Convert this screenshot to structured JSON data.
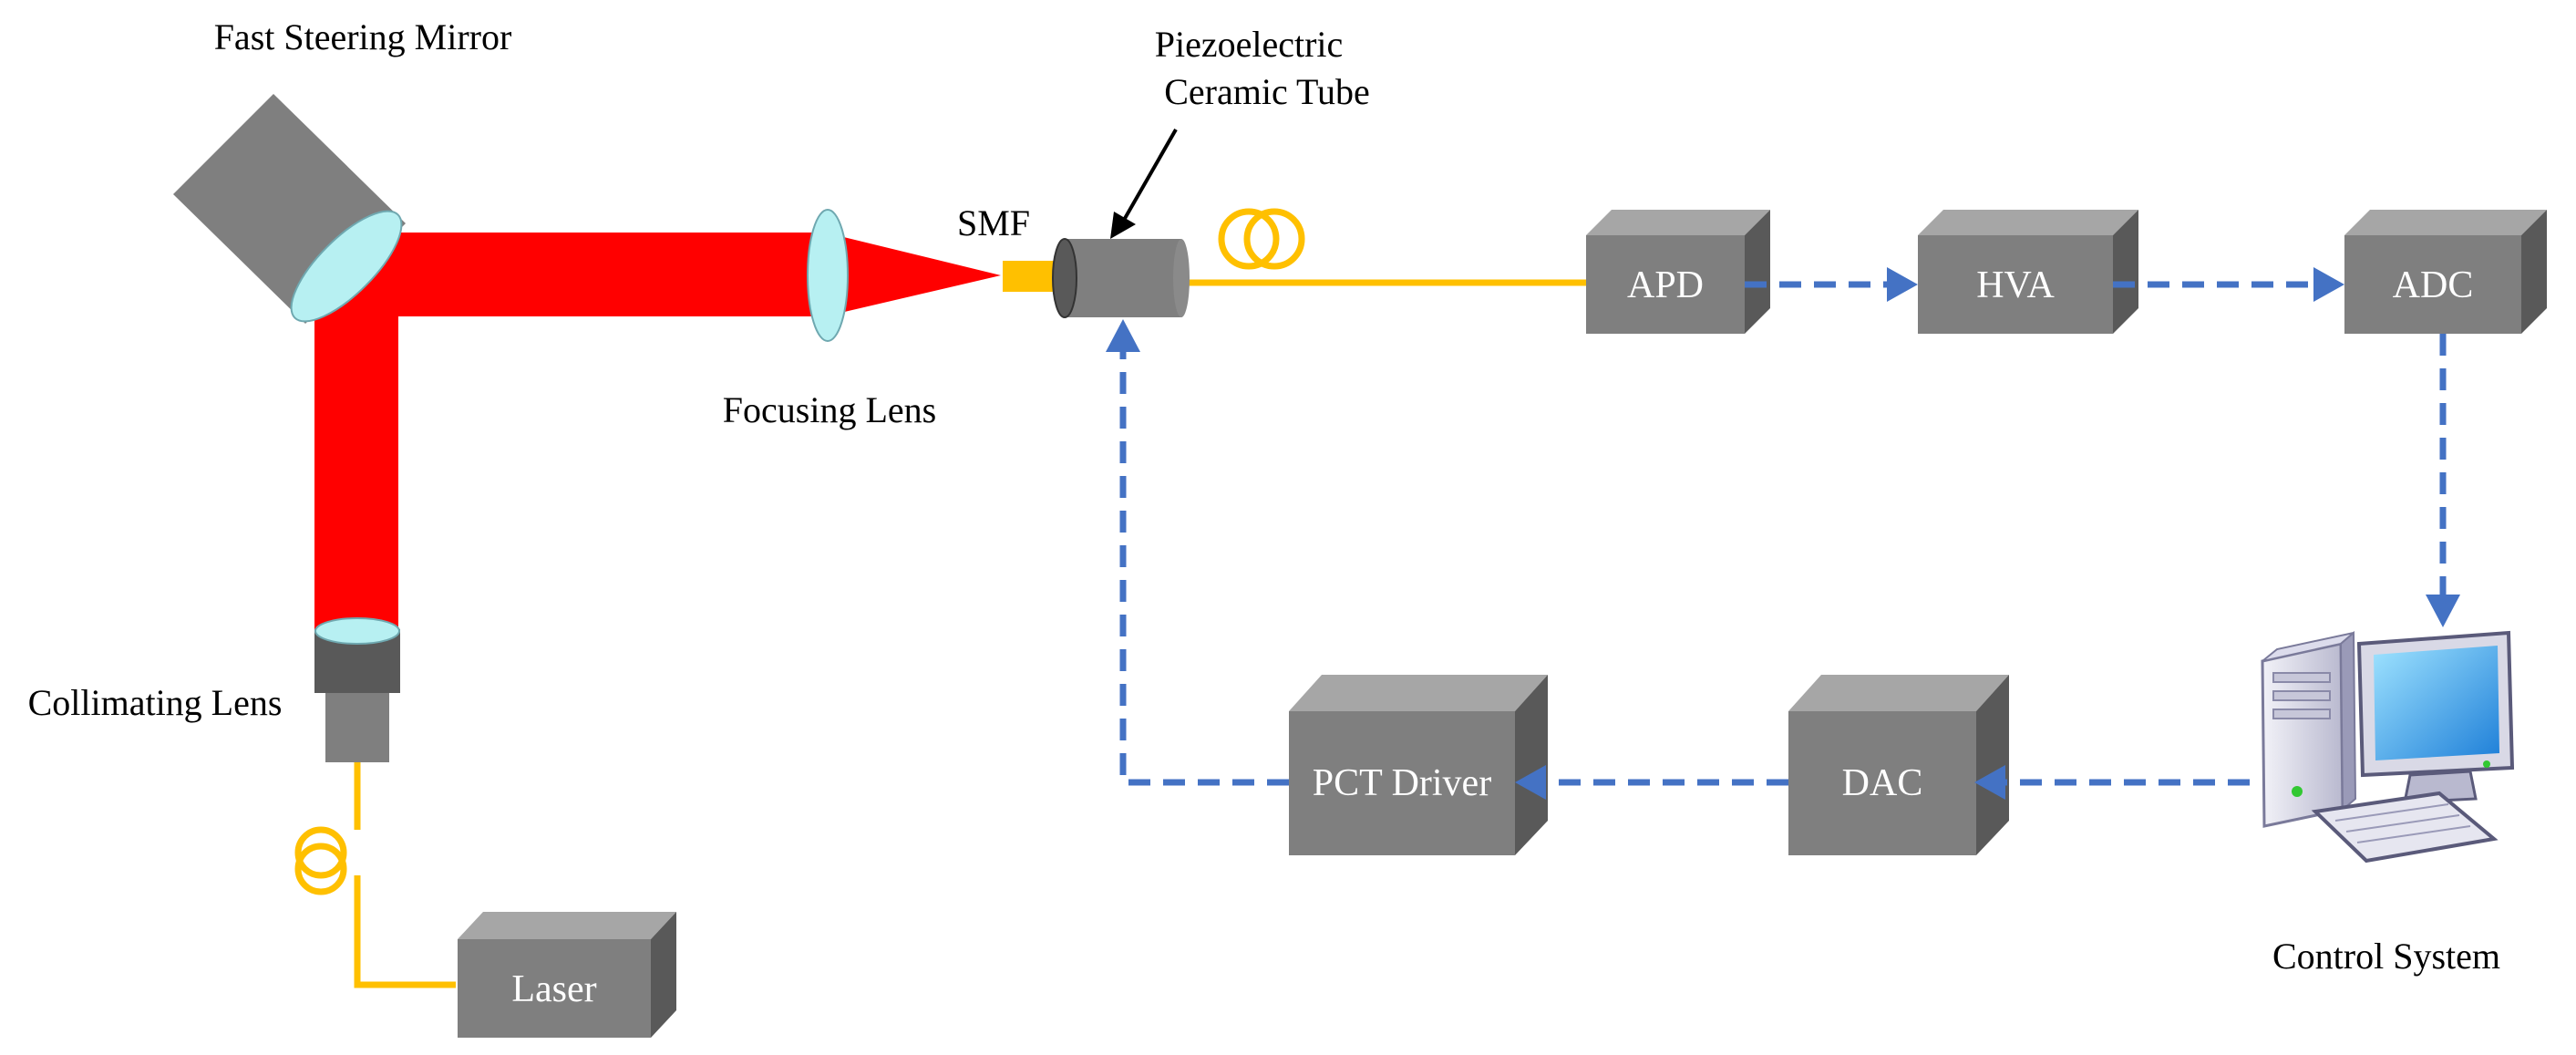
{
  "labels": {
    "fast_steering_mirror": "Fast Steering Mirror",
    "piezo_line1": "Piezoelectric",
    "piezo_line2": "Ceramic Tube",
    "smf": "SMF",
    "focusing_lens": "Focusing Lens",
    "collimating_lens": "Collimating Lens",
    "control_system": "Control System"
  },
  "boxes": {
    "laser": "Laser",
    "apd": "APD",
    "hva": "HVA",
    "adc": "ADC",
    "dac": "DAC",
    "pct_driver": "PCT Driver"
  },
  "colors": {
    "beam": "#ff0000",
    "fiber": "#ffc000",
    "signal": "#4472c4",
    "box_front": "#7f7f7f",
    "box_top": "#a6a6a6",
    "box_side": "#595959",
    "lens": "#b7f0f2"
  }
}
